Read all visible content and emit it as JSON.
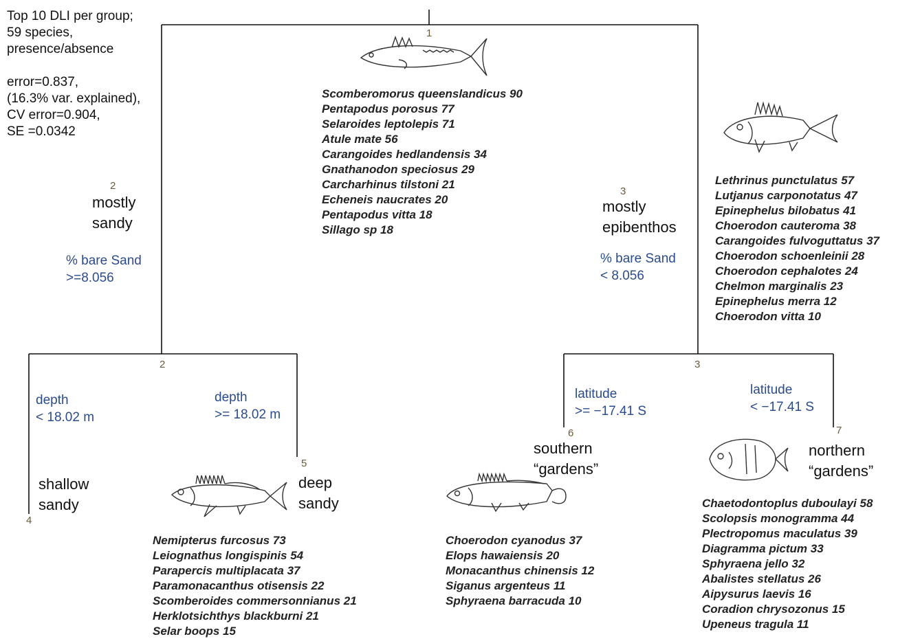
{
  "header": {
    "line1": "Top 10 DLI per group;",
    "line2": "59 species,",
    "line3": "presence/absence"
  },
  "stats": {
    "error": "error=0.837,",
    "var_explained": "(16.3% var. explained),",
    "cv_error": "CV error=0.904,",
    "se": "SE =0.0342"
  },
  "nodes": {
    "n1": {
      "number": "1",
      "species": [
        "Scomberomorus queenslandicus 90",
        "Pentapodus porosus 77",
        "Selaroides leptolepis 71",
        "Atule mate 56",
        "Carangoides hedlandensis 34",
        "Gnathanodon speciosus 29",
        "Carcharhinus tilstoni 21",
        "Echeneis naucrates 20",
        "Pentapodus vitta 18",
        "Sillago sp 18"
      ]
    },
    "n2": {
      "number": "2",
      "number_fork": "2",
      "label1": "mostly",
      "label2": "sandy",
      "split1": "% bare Sand",
      "split2": ">=8.056"
    },
    "n3": {
      "number": "3",
      "number_fork": "3",
      "label1": "mostly",
      "label2": "epibenthos",
      "split1": "% bare Sand",
      "split2": "< 8.056",
      "species": [
        "Lethrinus punctulatus 57",
        "Lutjanus carponotatus 47",
        "Epinephelus bilobatus 41",
        "Choerodon cauteroma 38",
        "Carangoides fulvoguttatus 37",
        "Choerodon schoenleinii 28",
        "Choerodon cephalotes 24",
        "Chelmon marginalis 23",
        "Epinephelus merra 12",
        "Choerodon vitta 10"
      ]
    },
    "n4": {
      "number": "4",
      "label1": "shallow",
      "label2": "sandy",
      "split1": "depth",
      "split2": "< 18.02 m"
    },
    "n5": {
      "number": "5",
      "label1": "deep",
      "label2": "sandy",
      "split1": "depth",
      "split2": ">= 18.02 m",
      "species": [
        "Nemipterus furcosus 73",
        "Leiognathus longispinis 54",
        "Parapercis multiplacata 37",
        "Paramonacanthus otisensis 22",
        "Scomberoides commersonnianus 21",
        "Herklotsichthys blackburni 21",
        "Selar boops 15"
      ]
    },
    "n6": {
      "number": "6",
      "label1": "southern",
      "label2": "“gardens”",
      "split1": "latitude",
      "split2": ">= −17.41 S",
      "species": [
        "Choerodon cyanodus 37",
        "Elops hawaiensis 20",
        "Monacanthus chinensis 12",
        "Siganus argenteus 11",
        "Sphyraena barracuda 10"
      ]
    },
    "n7": {
      "number": "7",
      "label1": "northern",
      "label2": "“gardens”",
      "split1": "latitude",
      "split2": "< −17.41 S",
      "species": [
        "Chaetodontoplus duboulayi 58",
        "Scolopsis monogramma 44",
        "Plectropomus maculatus 39",
        "Diagramma pictum 33",
        "Sphyraena jello 32",
        "Abalistes stellatus 26",
        "Aipysurus laevis 16",
        "Coradion chrysozonus 15",
        "Upeneus tragula 11"
      ]
    }
  },
  "colors": {
    "split_text": "#2a4b8d",
    "node_number": "#6b5a3a",
    "lines": "#111111"
  }
}
